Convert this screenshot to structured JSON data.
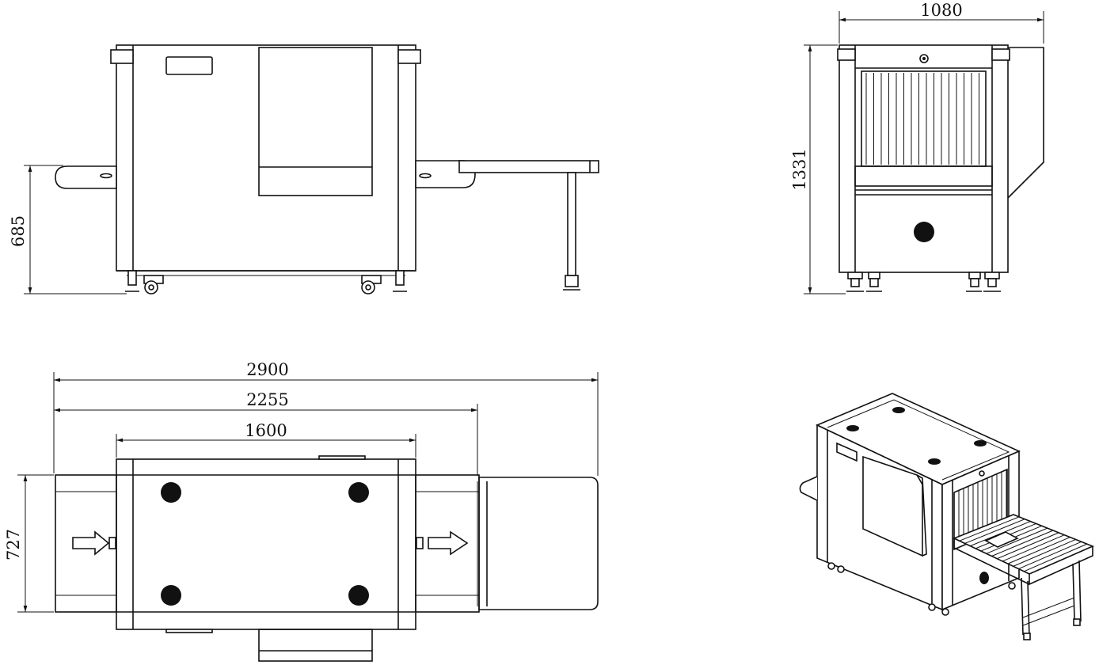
{
  "dimensions": {
    "side_table_height": "685",
    "front_width": "1080",
    "front_height": "1331",
    "total_length": "2900",
    "inner_length": "2255",
    "body_length": "1600",
    "body_depth": "727"
  },
  "colors": {
    "line": "#111111",
    "background": "#ffffff"
  }
}
